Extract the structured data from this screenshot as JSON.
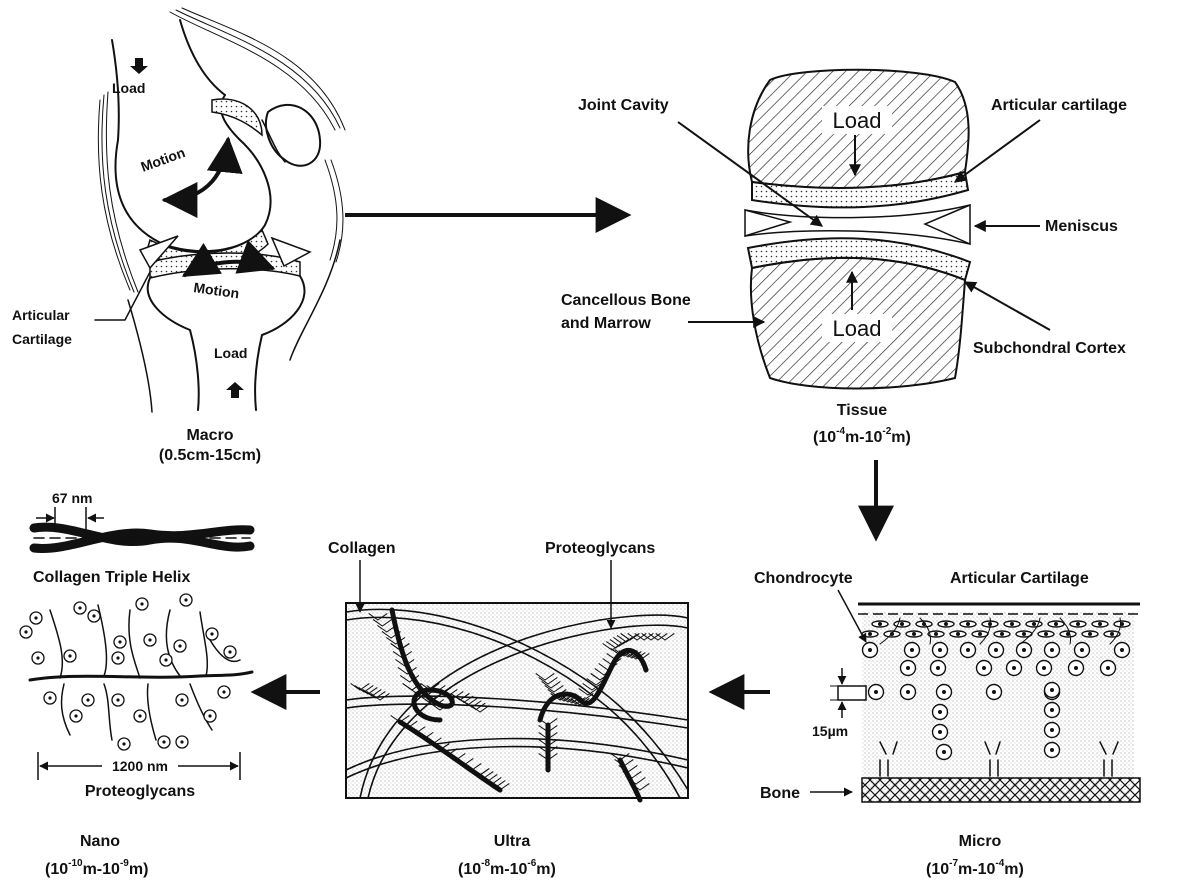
{
  "macro": {
    "load_top": "Load",
    "motion_upper": "Motion",
    "motion_lower": "Motion",
    "articular": "Articular",
    "cartilage": "Cartilage",
    "load_bottom": "Load",
    "title": "Macro",
    "range": "(0.5cm-15cm)"
  },
  "tissue": {
    "joint_cavity": "Joint Cavity",
    "articular_cartilage": "Articular cartilage",
    "load_top": "Load",
    "load_bottom": "Load",
    "meniscus": "Meniscus",
    "cancellous_line1": "Cancellous Bone",
    "cancellous_line2": "and Marrow",
    "subchondral": "Subchondral Cortex",
    "title": "Tissue",
    "range_a": "(10",
    "range_a_exp": "-4",
    "range_b": "m-10",
    "range_b_exp": "-2",
    "range_c": "m)"
  },
  "micro": {
    "chondrocyte": "Chondrocyte",
    "articular_cartilage": "Articular Cartilage",
    "size": "15µm",
    "bone": "Bone",
    "title": "Micro",
    "range_a": "(10",
    "range_a_exp": "-7",
    "range_b": "m-10",
    "range_b_exp": "-4",
    "range_c": "m)"
  },
  "ultra": {
    "collagen": "Collagen",
    "proteoglycans": "Proteoglycans",
    "title": "Ultra",
    "range_a": "(10",
    "range_a_exp": "-8",
    "range_b": "m-10",
    "range_b_exp": "-6",
    "range_c": "m)"
  },
  "nano": {
    "spacing": "67 nm",
    "helix": "Collagen Triple Helix",
    "length": "1200 nm",
    "proteoglycans": "Proteoglycans",
    "title": "Nano",
    "range_a": "(10",
    "range_a_exp": "-10",
    "range_b": "m-10",
    "range_b_exp": "-9",
    "range_c": "m)"
  }
}
